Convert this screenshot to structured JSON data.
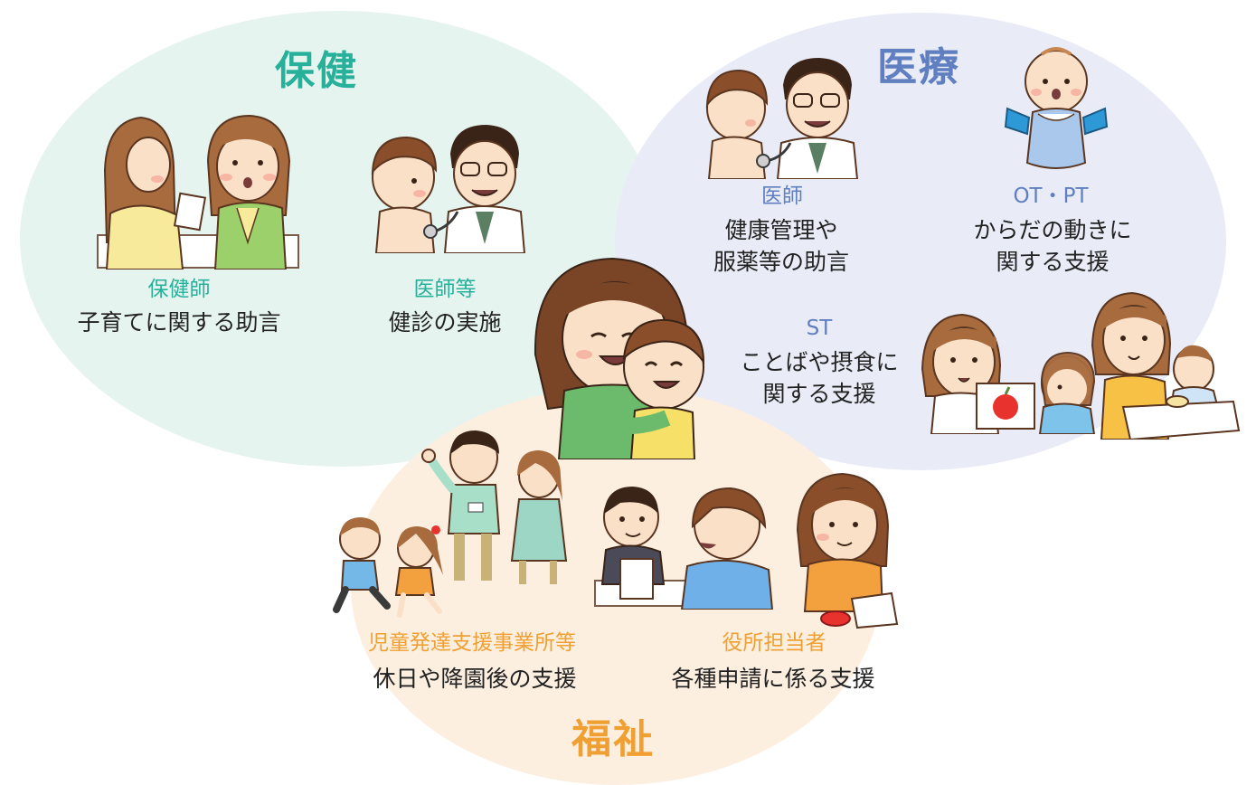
{
  "colors": {
    "hoken_accent": "#27b09a",
    "iryo_accent": "#5f7fc0",
    "fukushi_accent": "#f0a033",
    "hoken_bg": "#e6f4ef",
    "iryo_bg": "#e9ecf7",
    "fukushi_bg": "#fcefe0"
  },
  "sections": {
    "hoken": {
      "title": "保健",
      "items": [
        {
          "role": "保健師",
          "desc": [
            "子育てに関する助言"
          ]
        },
        {
          "role": "医師等",
          "desc": [
            "健診の実施"
          ]
        }
      ]
    },
    "iryo": {
      "title": "医療",
      "items": [
        {
          "role": "医師",
          "desc": [
            "健康管理や",
            "服薬等の助言"
          ]
        },
        {
          "role": "OT・PT",
          "desc": [
            "からだの動きに",
            "関する支援"
          ]
        },
        {
          "role": "ST",
          "desc": [
            "ことばや摂食に",
            "関する支援"
          ]
        }
      ]
    },
    "fukushi": {
      "title": "福祉",
      "items": [
        {
          "role": "児童発達支援事業所等",
          "desc": [
            "休日や降園後の支援"
          ]
        },
        {
          "role": "役所担当者",
          "desc": [
            "各種申請に係る支援"
          ]
        }
      ]
    }
  }
}
